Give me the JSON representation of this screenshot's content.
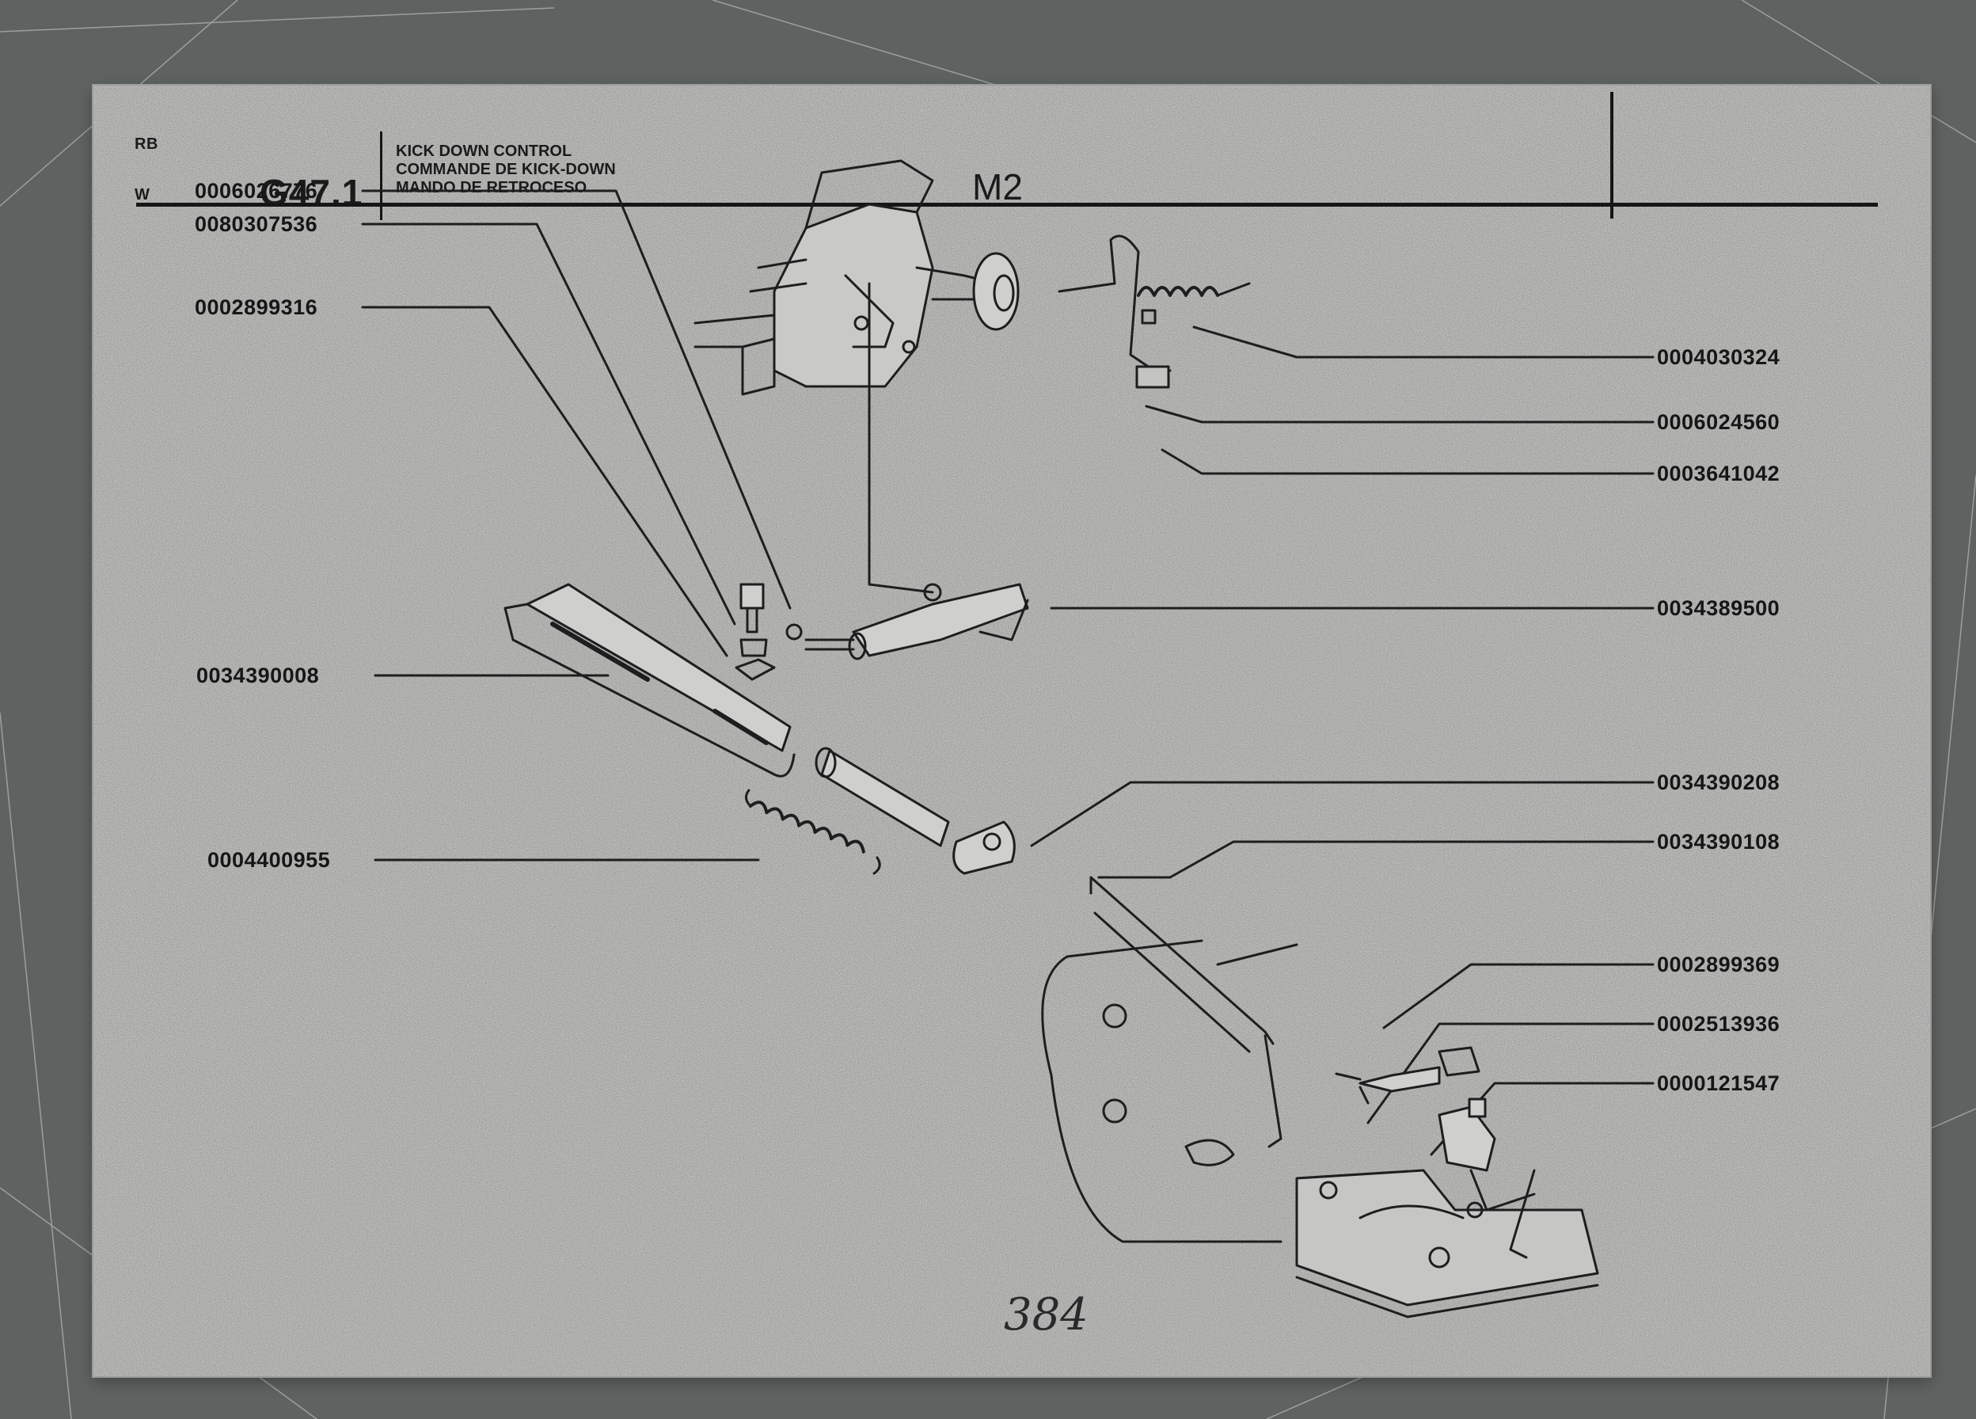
{
  "header": {
    "model_codes": [
      "RB",
      "W"
    ],
    "group_code": "G47.1",
    "titles": [
      "KICK DOWN CONTROL",
      "COMMANDE DE KICK-DOWN",
      "MANDO DE RETROCESO"
    ],
    "variant": "M2"
  },
  "parts": [
    "0006026776",
    "0080307536",
    "0002899316",
    "0034390008",
    "0004400955",
    "0004030324",
    "0006024560",
    "0003641042",
    "0034389500",
    "0034390208",
    "0034390108",
    "0002899369",
    "0002513936",
    "0000121547"
  ],
  "page_number": "384"
}
